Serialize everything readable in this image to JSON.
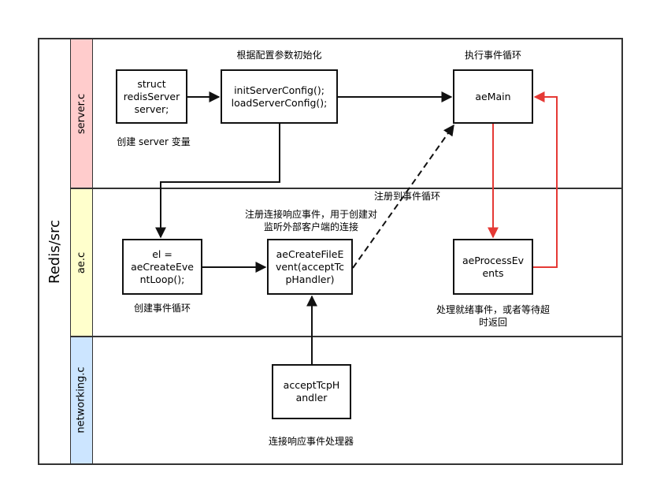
{
  "pool": {
    "label": "Redis/src"
  },
  "lanes": [
    {
      "label": "server.c",
      "color": "#ffcccc"
    },
    {
      "label": "ae.c",
      "color": "#ffffcc"
    },
    {
      "label": "networking.c",
      "color": "#cce5ff"
    }
  ],
  "nodes": {
    "struct_server": "struct\nredisServer\nserver;",
    "init_config": "initServerConfig();\nloadServerConfig();",
    "ae_main": "aeMain",
    "el_create": "el =\naeCreateEve\nntLoop();",
    "create_file_event": "aeCreateFileE\nvent(acceptTc\npHandler)",
    "process_events": "aeProcessEv\nents",
    "accept_handler": "acceptTcpH\nandler"
  },
  "notes": {
    "init_note": "根据配置参数初始化",
    "loop_note": "执行事件循环",
    "server_var_note": "创建 server 变量",
    "register_note": "注册到事件循环",
    "register_conn_note": "注册连接响应事件，用于创建对监听外部客户端的连接",
    "create_loop_note": "创建事件循环",
    "process_note": "处理就绪事件，或者等待超\n时返回",
    "handler_note": "连接响应事件处理器"
  },
  "colors": {
    "line": "#111111",
    "red": "#e53935"
  }
}
